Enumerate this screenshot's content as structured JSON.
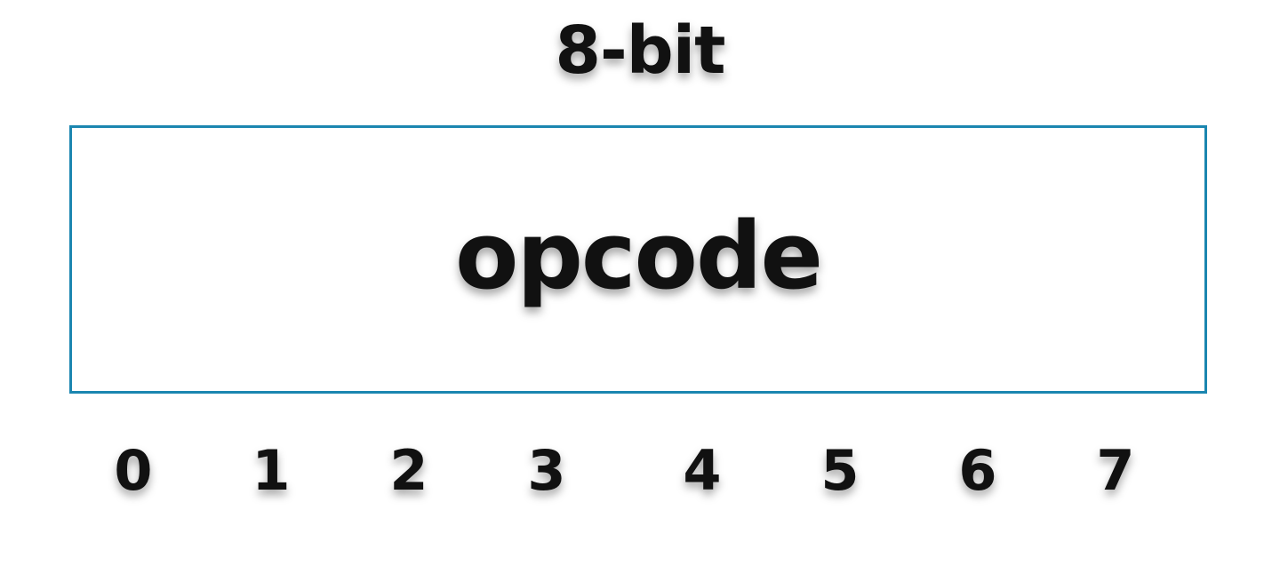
{
  "title": "8-bit",
  "field": {
    "label": "opcode",
    "border_color": "#1b86b0"
  },
  "bit_indices": [
    "0",
    "1",
    "2",
    "3",
    "4",
    "5",
    "6",
    "7"
  ]
}
